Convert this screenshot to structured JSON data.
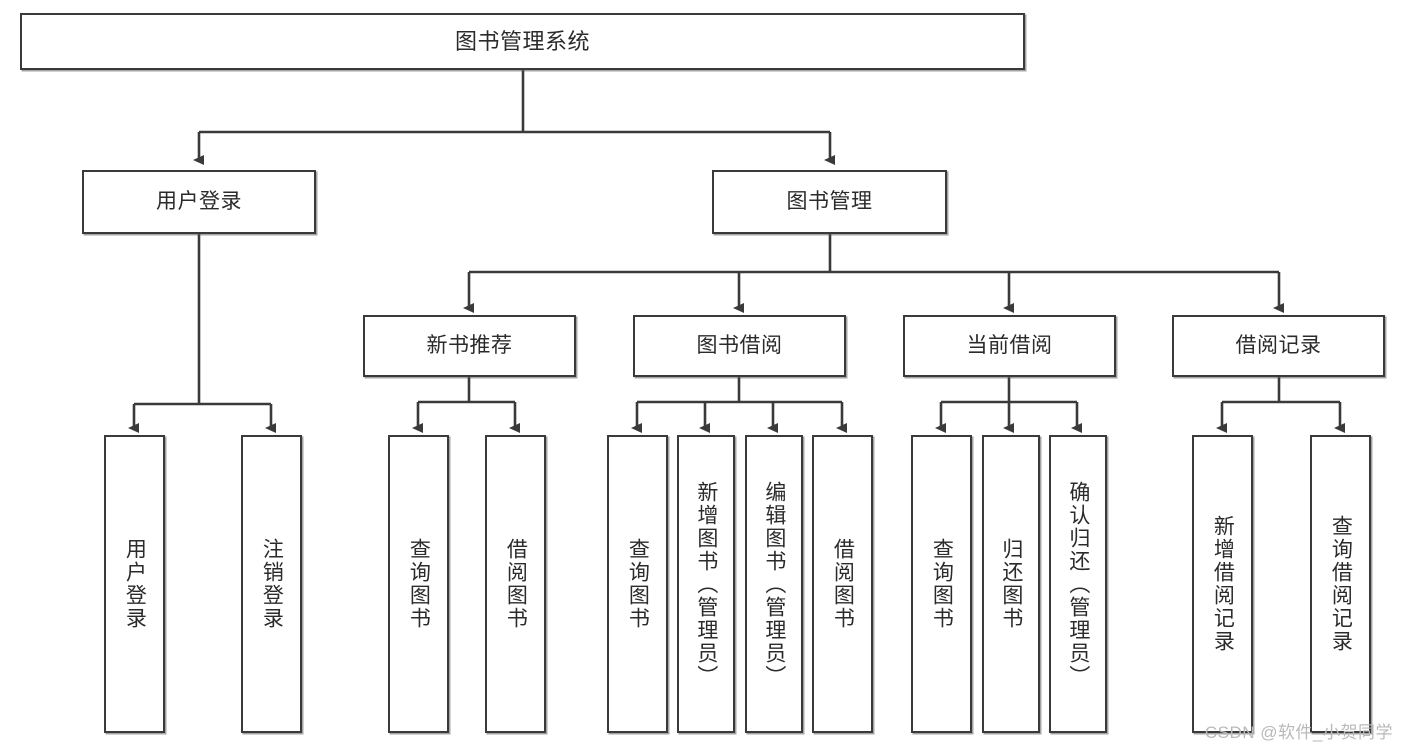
{
  "diagram": {
    "title": "图书管理系统",
    "watermark": "CSDN @软件_小贺同学",
    "line_color": "#3a3a3a",
    "box_border_color": "#3a3a3a",
    "box_fill_color": "#ffffff",
    "text_color": "#2b2b2b",
    "levels": {
      "root": {
        "label": "图书管理系统"
      },
      "level2": [
        {
          "label": "用户登录"
        },
        {
          "label": "图书管理"
        }
      ],
      "level3": [
        {
          "label": "新书推荐"
        },
        {
          "label": "图书借阅"
        },
        {
          "label": "当前借阅"
        },
        {
          "label": "借阅记录"
        }
      ],
      "level4": {
        "user_login_children": [
          {
            "label": "用户登录"
          },
          {
            "label": "注销登录"
          }
        ],
        "new_book_children": [
          {
            "label": "查询图书"
          },
          {
            "label": "借阅图书"
          }
        ],
        "book_borrow_children": [
          {
            "label": "查询图书"
          },
          {
            "label": "新增图书（管理员）"
          },
          {
            "label": "编辑图书（管理员）"
          },
          {
            "label": "借阅图书"
          }
        ],
        "current_borrow_children": [
          {
            "label": "查询图书"
          },
          {
            "label": "归还图书"
          },
          {
            "label": "确认归还（管理员）"
          }
        ],
        "borrow_record_children": [
          {
            "label": "新增借阅记录"
          },
          {
            "label": "查询借阅记录"
          }
        ]
      }
    }
  }
}
